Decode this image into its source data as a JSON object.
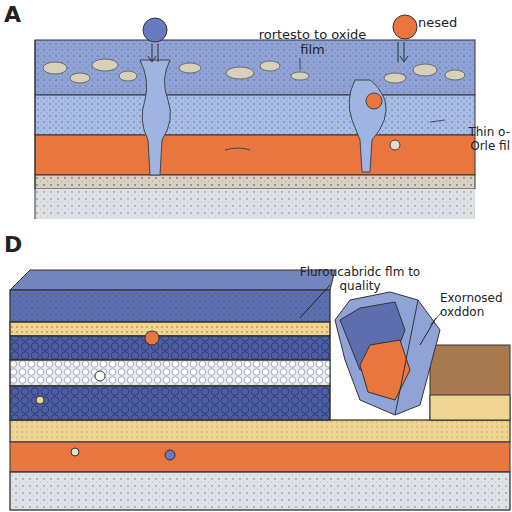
{
  "diagram": {
    "labels": [
      "A",
      "rortesto to oxide film",
      "nesed",
      "Thin o- Orle fil",
      "D",
      "Fluroucabridc flm to quality",
      "Exornosed oxddon"
    ]
  }
}
